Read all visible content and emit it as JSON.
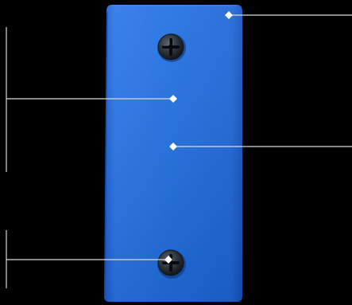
{
  "diagram": {
    "background_color": "#000000",
    "plate": {
      "name": "blue-plate",
      "color": "#1f6fe0",
      "color_dark": "#0d47b8",
      "color_light": "#3d8bf5"
    },
    "screws": [
      {
        "name": "top-screw",
        "icon": "phillips-screw-icon"
      },
      {
        "name": "bottom-screw",
        "icon": "phillips-screw-icon"
      }
    ],
    "callouts": [
      {
        "name": "callout-top-right-corner",
        "side": "right"
      },
      {
        "name": "callout-left-upper",
        "side": "left"
      },
      {
        "name": "callout-right-middle",
        "side": "right"
      },
      {
        "name": "callout-left-lower-screw",
        "side": "left"
      }
    ],
    "brackets": [
      {
        "name": "bracket-left-upper"
      },
      {
        "name": "bracket-left-lower"
      }
    ],
    "line_color": "#d9d9d9",
    "dot_color": "#ffffff"
  }
}
